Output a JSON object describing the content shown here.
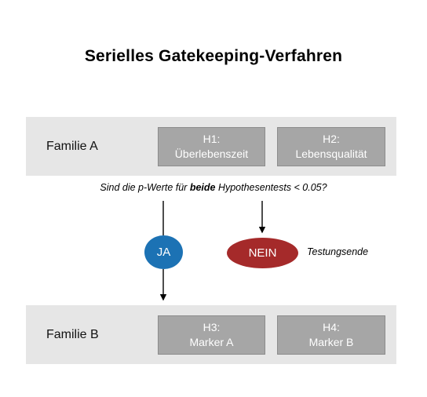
{
  "title": "Serielles Gatekeeping-Verfahren",
  "family_a": {
    "label": "Familie A",
    "hypotheses": [
      {
        "id": "H1:",
        "name": "Überlebenszeit"
      },
      {
        "id": "H2:",
        "name": "Lebensqualität"
      }
    ]
  },
  "question": {
    "prefix": "Sind die p-Werte für ",
    "emphasis": "beide",
    "suffix": " Hypothesentests < 0.05?"
  },
  "decisions": {
    "yes": "JA",
    "no": "NEIN",
    "no_outcome": "Testungsende"
  },
  "family_b": {
    "label": "Familie B",
    "hypotheses": [
      {
        "id": "H3:",
        "name": "Marker A"
      },
      {
        "id": "H4:",
        "name": "Marker B"
      }
    ]
  },
  "colors": {
    "band": "#e6e6e6",
    "hypothesis_box": "#a6a6a6",
    "yes_node": "#1c72b4",
    "no_node": "#a52a2a"
  }
}
